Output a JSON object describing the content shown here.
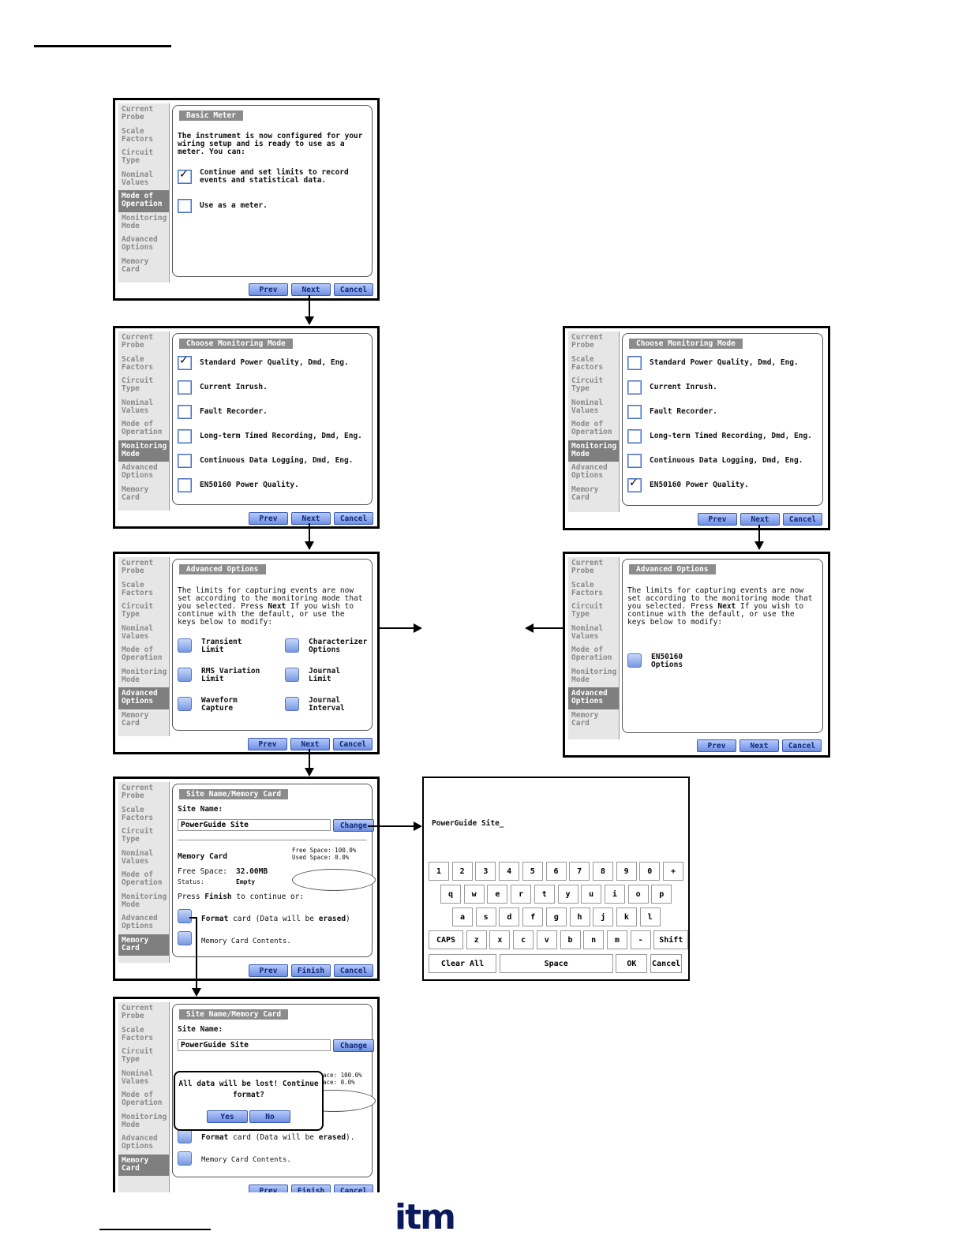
{
  "sidebar": [
    "Current Probe",
    "Scale Factors",
    "Circuit Type",
    "Nominal Values",
    "Mode of Operation",
    "Monitoring Mode",
    "Advanced Options",
    "Memory Card"
  ],
  "buttons": {
    "prev": "Prev",
    "next": "Next",
    "cancel": "Cancel",
    "finish": "Finish",
    "change": "Change",
    "yes": "Yes",
    "no": "No"
  },
  "basic_meter": {
    "title": "Basic Meter",
    "intro": "The instrument is now configured for your wiring setup and is ready to use as a meter. You can:",
    "opt1": "Continue and set limits to record events and statistical data.",
    "opt2": "Use as a meter."
  },
  "monitoring": {
    "title": "Choose Monitoring Mode",
    "options": [
      "Standard Power Quality, Dmd, Eng.",
      "Current Inrush.",
      "Fault Recorder.",
      "Long-term Timed Recording, Dmd, Eng.",
      "Continuous Data Logging, Dmd, Eng.",
      "EN50160 Power Quality."
    ]
  },
  "advanced": {
    "title": "Advanced Options",
    "intro": "The limits for capturing events are now set according to the monitoring mode that you selected. Press Next If you wish to continue with the default, or use the keys below to modify:",
    "intro_pre": "The limits for capturing events are now set according to the monitoring mode that you selected. Press ",
    "intro_bold": "Next",
    "intro_post": " If you wish to continue with the default, or use the keys below to modify:",
    "left": [
      "Transient Limit",
      "RMS Variation Limit",
      "Waveform Capture"
    ],
    "right": [
      "Characterizer Options",
      "Journal Limit",
      "Journal Interval"
    ],
    "en50160": "EN50160 Options"
  },
  "site": {
    "title": "Site Name/Memory Card",
    "site_label": "Site Name:",
    "site_value": "PowerGuide Site",
    "memory_label": "Memory Card",
    "free_legend": "Free Space: 100.0%",
    "used_legend": "Used Space: 0.0%",
    "free_label": "Free Space:",
    "free_value": "32.00MB",
    "status_label": "Status:",
    "status_value": "Empty",
    "press_pre": "Press ",
    "press_bold": "Finish",
    "press_post": " to continue or:",
    "format_bold": "Format",
    "format_post": " card (Data will be ",
    "format_erased": "erased",
    "format_end": ")",
    "format_end2": ").",
    "contents": "Memory Card Contents.",
    "legend_partial1": "ace: 100.0%",
    "legend_partial2": "ace: 0.0%"
  },
  "dialog": {
    "line1": "All data will be lost! Continue",
    "line2": "format?"
  },
  "keyboard": {
    "entry": "PowerGuide Site_",
    "row1": [
      "1",
      "2",
      "3",
      "4",
      "5",
      "6",
      "7",
      "8",
      "9",
      "0",
      "+"
    ],
    "row2": [
      "q",
      "w",
      "e",
      "r",
      "t",
      "y",
      "u",
      "i",
      "o",
      "p"
    ],
    "row3": [
      "a",
      "s",
      "d",
      "f",
      "g",
      "h",
      "j",
      "k",
      "l"
    ],
    "row4": [
      "CAPS",
      "z",
      "x",
      "c",
      "v",
      "b",
      "n",
      "m",
      "-",
      "Shift"
    ],
    "row5": [
      "Clear All",
      "Space",
      "OK",
      "Cancel"
    ]
  },
  "logo": "itm"
}
